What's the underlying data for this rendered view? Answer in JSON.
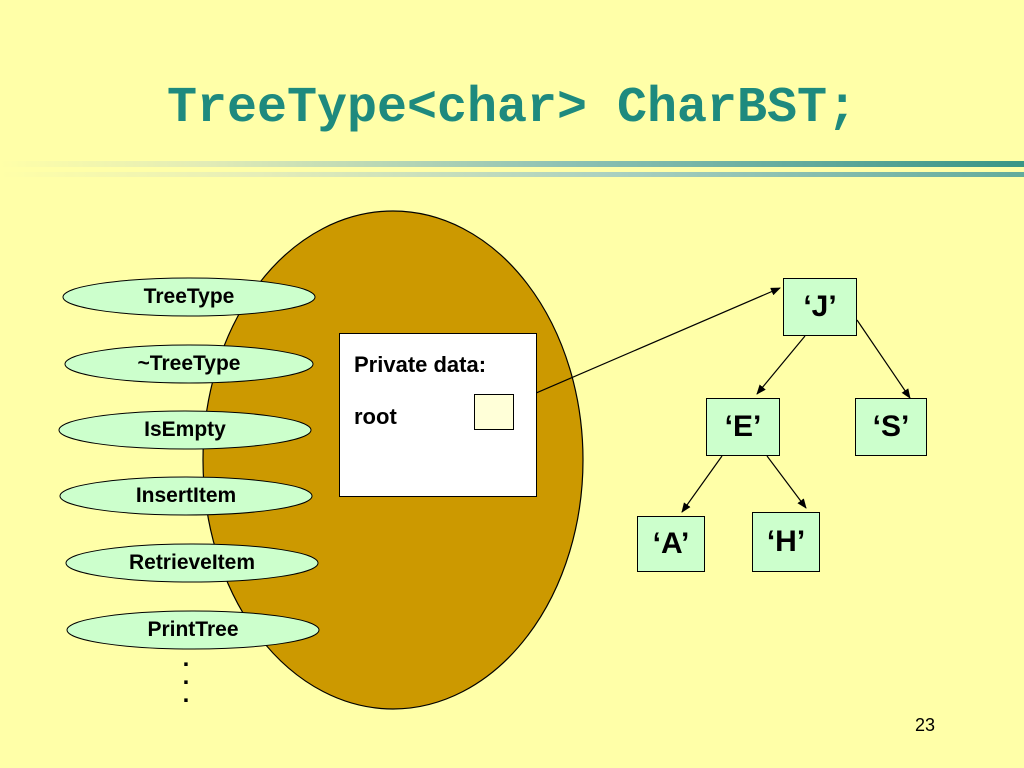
{
  "slide": {
    "title": "TreeType<char> CharBST;",
    "page_number": "23",
    "colors": {
      "background": "#FFFFA8",
      "title": "#1E8A7E",
      "object_ellipse": "#CC9900",
      "operation_pill": "#CCFFCC",
      "tree_node": "#CCFFCC"
    }
  },
  "operations": [
    "TreeType",
    "~TreeType",
    "IsEmpty",
    "InsertItem",
    "RetrieveItem",
    "PrintTree"
  ],
  "continuation_dots": [
    ".",
    ".",
    "."
  ],
  "private_data": {
    "label": "Private data:",
    "root_label": "root"
  },
  "tree": {
    "nodes": [
      "‘J’",
      "‘E’",
      "‘S’",
      "‘A’",
      "‘H’"
    ],
    "edges": [
      [
        "‘J’",
        "‘E’"
      ],
      [
        "‘J’",
        "‘S’"
      ],
      [
        "‘E’",
        "‘A’"
      ],
      [
        "‘E’",
        "‘H’"
      ]
    ],
    "root_pointer_target": "‘J’"
  }
}
